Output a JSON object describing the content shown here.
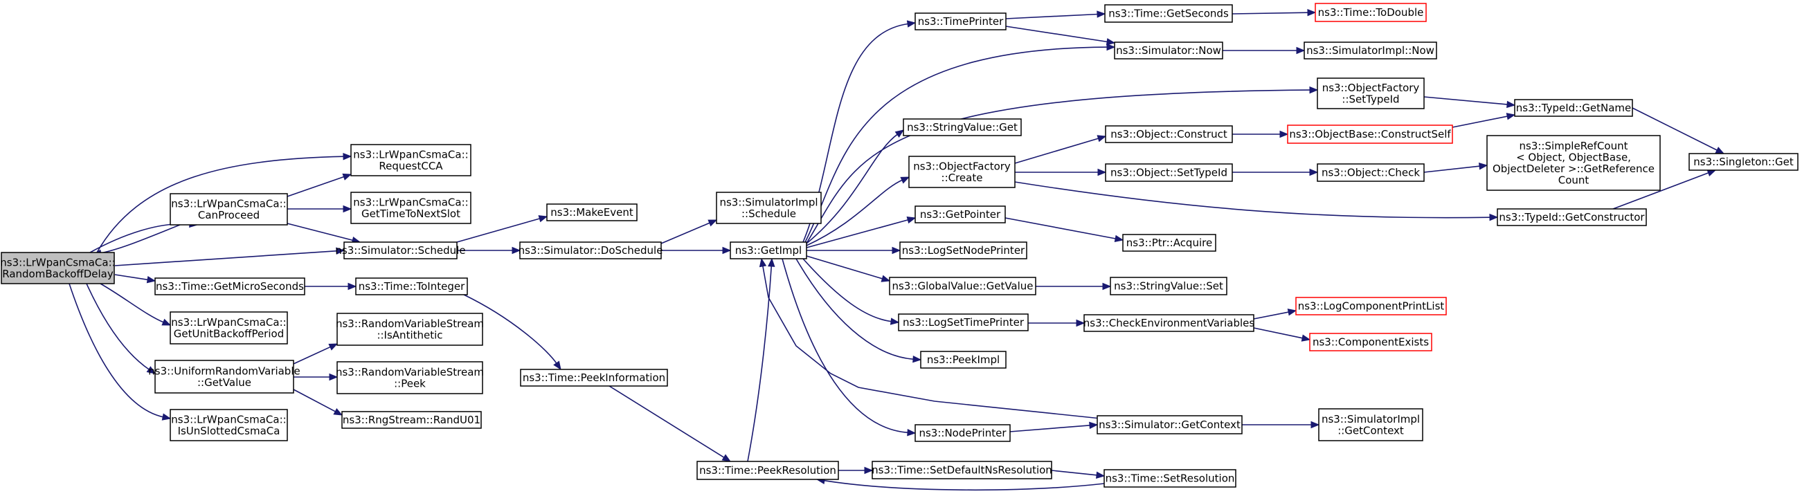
{
  "colors": {
    "edge": "#191970",
    "root_fill": "#bfbfbf",
    "box_border": "#000000",
    "missing_border": "#ff0000"
  },
  "nodes": [
    {
      "id": "root",
      "lines": [
        "ns3::LrWpanCsmaCa::",
        "RandomBackoffDelay"
      ],
      "root": true
    },
    {
      "id": "canproceed",
      "lines": [
        "ns3::LrWpanCsmaCa::",
        "CanProceed"
      ]
    },
    {
      "id": "requestcca",
      "lines": [
        "ns3::LrWpanCsmaCa::",
        "RequestCCA"
      ]
    },
    {
      "id": "gettimetonextslot",
      "lines": [
        "ns3::LrWpanCsmaCa::",
        "GetTimeToNextSlot"
      ]
    },
    {
      "id": "simschedule",
      "lines": [
        "ns3::Simulator::Schedule"
      ]
    },
    {
      "id": "getmicroseconds",
      "lines": [
        "ns3::Time::GetMicroSeconds"
      ]
    },
    {
      "id": "getunitbackoff",
      "lines": [
        "ns3::LrWpanCsmaCa::",
        "GetUnitBackoffPeriod"
      ]
    },
    {
      "id": "urvgetvalue",
      "lines": [
        "ns3::UniformRandomVariable",
        "::GetValue"
      ]
    },
    {
      "id": "isunslotted",
      "lines": [
        "ns3::LrWpanCsmaCa::",
        "IsUnSlottedCsmaCa"
      ]
    },
    {
      "id": "makeevent",
      "lines": [
        "ns3::MakeEvent"
      ]
    },
    {
      "id": "doschedule",
      "lines": [
        "ns3::Simulator::DoSchedule"
      ]
    },
    {
      "id": "tointeger",
      "lines": [
        "ns3::Time::ToInteger"
      ]
    },
    {
      "id": "isantithetic",
      "lines": [
        "ns3::RandomVariableStream",
        "::IsAntithetic"
      ]
    },
    {
      "id": "rvspeek",
      "lines": [
        "ns3::RandomVariableStream",
        "::Peek"
      ]
    },
    {
      "id": "randu01",
      "lines": [
        "ns3::RngStream::RandU01"
      ]
    },
    {
      "id": "simimplschedule",
      "lines": [
        "ns3::SimulatorImpl",
        "::Schedule"
      ]
    },
    {
      "id": "getimpl",
      "lines": [
        "ns3::GetImpl"
      ]
    },
    {
      "id": "peekinformation",
      "lines": [
        "ns3::Time::PeekInformation"
      ]
    },
    {
      "id": "peekresolution",
      "lines": [
        "ns3::Time::PeekResolution"
      ]
    },
    {
      "id": "timeprinter",
      "lines": [
        "ns3::TimePrinter"
      ]
    },
    {
      "id": "stringvalueget",
      "lines": [
        "ns3::StringValue::Get"
      ]
    },
    {
      "id": "ofcreate",
      "lines": [
        "ns3::ObjectFactory",
        "::Create"
      ]
    },
    {
      "id": "getpointer",
      "lines": [
        "ns3::GetPointer"
      ]
    },
    {
      "id": "logsetnodeprinter",
      "lines": [
        "ns3::LogSetNodePrinter"
      ]
    },
    {
      "id": "globalvalueget",
      "lines": [
        "ns3::GlobalValue::GetValue"
      ]
    },
    {
      "id": "logsettimeprinter",
      "lines": [
        "ns3::LogSetTimePrinter"
      ]
    },
    {
      "id": "peekimpl",
      "lines": [
        "ns3::PeekImpl"
      ]
    },
    {
      "id": "nodeprinter",
      "lines": [
        "ns3::NodePrinter"
      ]
    },
    {
      "id": "setdefaultnsres",
      "lines": [
        "ns3::Time::SetDefaultNsResolution"
      ]
    },
    {
      "id": "getseconds",
      "lines": [
        "ns3::Time::GetSeconds"
      ]
    },
    {
      "id": "simnow",
      "lines": [
        "ns3::Simulator::Now"
      ]
    },
    {
      "id": "ofsettypeid",
      "lines": [
        "ns3::ObjectFactory",
        "::SetTypeId"
      ]
    },
    {
      "id": "objconstruct",
      "lines": [
        "ns3::Object::Construct"
      ]
    },
    {
      "id": "objsettypeid",
      "lines": [
        "ns3::Object::SetTypeId"
      ]
    },
    {
      "id": "ptracquire",
      "lines": [
        "ns3::Ptr::Acquire"
      ]
    },
    {
      "id": "stringvalueset",
      "lines": [
        "ns3::StringValue::Set"
      ]
    },
    {
      "id": "checkenv",
      "lines": [
        "ns3::CheckEnvironmentVariables"
      ]
    },
    {
      "id": "simgetcontext",
      "lines": [
        "ns3::Simulator::GetContext"
      ]
    },
    {
      "id": "setresolution",
      "lines": [
        "ns3::Time::SetResolution"
      ]
    },
    {
      "id": "todouble",
      "lines": [
        "ns3::Time::ToDouble"
      ],
      "missing": true
    },
    {
      "id": "simimplnow",
      "lines": [
        "ns3::SimulatorImpl::Now"
      ]
    },
    {
      "id": "constructself",
      "lines": [
        "ns3::ObjectBase::ConstructSelf"
      ],
      "missing": true
    },
    {
      "id": "objcheck",
      "lines": [
        "ns3::Object::Check"
      ]
    },
    {
      "id": "logcompprintlist",
      "lines": [
        "ns3::LogComponentPrintList"
      ],
      "missing": true
    },
    {
      "id": "componentexists",
      "lines": [
        "ns3::ComponentExists"
      ],
      "missing": true
    },
    {
      "id": "simimplgetcontext",
      "lines": [
        "ns3::SimulatorImpl",
        "::GetContext"
      ]
    },
    {
      "id": "typeidgetname",
      "lines": [
        "ns3::TypeId::GetName"
      ]
    },
    {
      "id": "simplerefcount",
      "lines": [
        "ns3::SimpleRefCount",
        "< Object, ObjectBase,",
        "ObjectDeleter >::GetReference",
        "Count"
      ]
    },
    {
      "id": "typeidgetconstructor",
      "lines": [
        "ns3::TypeId::GetConstructor"
      ]
    },
    {
      "id": "singletonget",
      "lines": [
        "ns3::Singleton::Get"
      ]
    }
  ]
}
